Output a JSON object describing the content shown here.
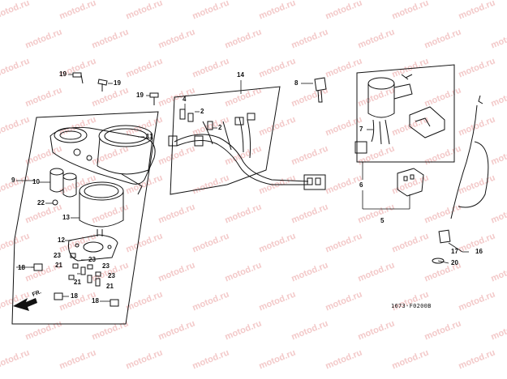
{
  "watermark": "motod.ru",
  "diagram_code": "1673-F0200B",
  "direction_label": "FR.",
  "callouts": [
    "19",
    "19",
    "19",
    "14",
    "8",
    "4",
    "2",
    "2",
    "11",
    "9",
    "10",
    "22",
    "13",
    "12",
    "7",
    "6",
    "5",
    "23",
    "23",
    "23",
    "23",
    "21",
    "21",
    "21",
    "18",
    "18",
    "18",
    "17",
    "16",
    "20"
  ]
}
